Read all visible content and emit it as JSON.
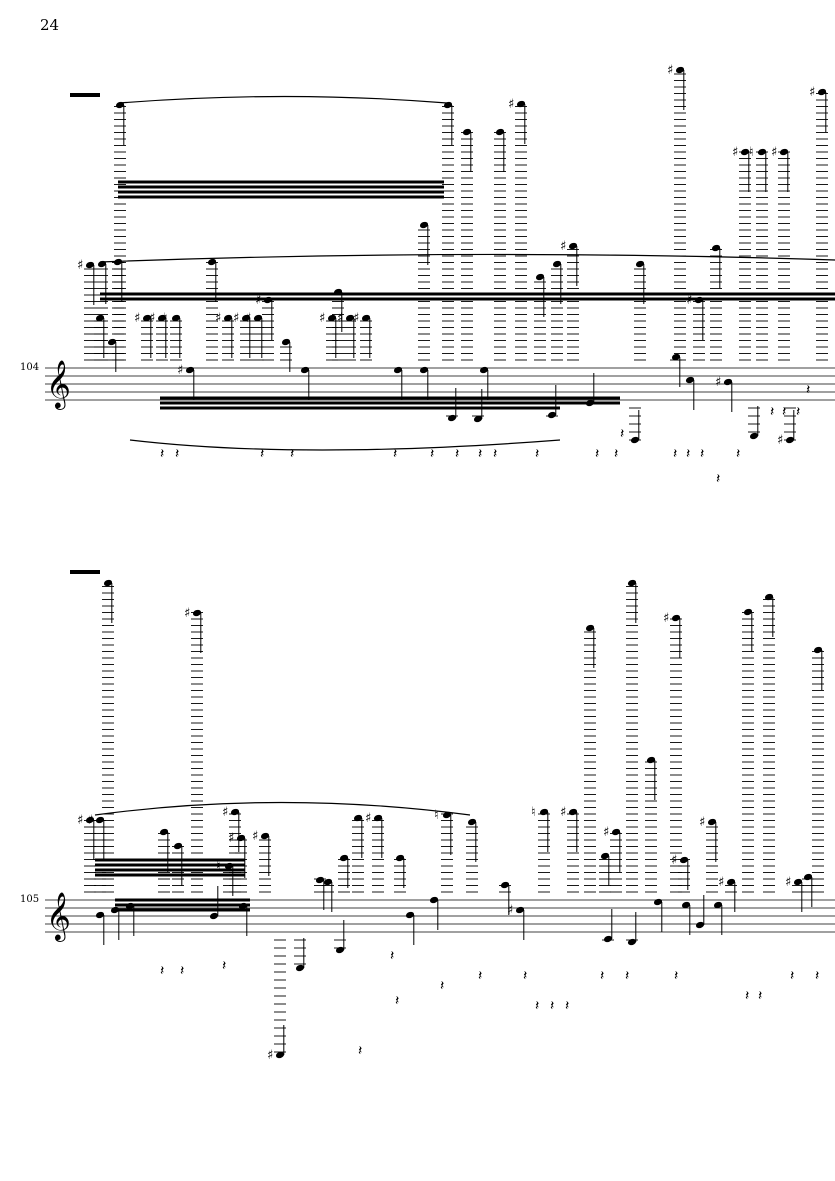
{
  "page": {
    "number": "24"
  },
  "systems": [
    {
      "measure_number": "104",
      "clef": "treble"
    },
    {
      "measure_number": "105",
      "clef": "treble"
    }
  ],
  "colors": {
    "ink": "#000000",
    "paper": "#ffffff"
  }
}
